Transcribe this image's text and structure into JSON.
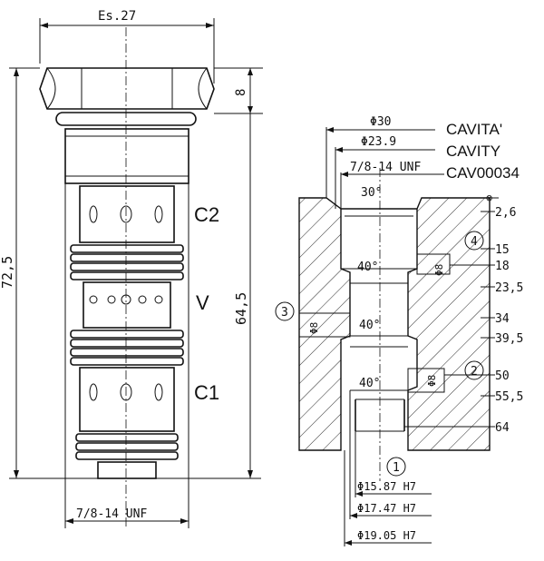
{
  "valve": {
    "hex_label": "Es.27",
    "hex_height": "8",
    "overall_length": "72,5",
    "body_length": "64,5",
    "thread_label": "7/8-14 UNF",
    "port_c2": "C2",
    "port_v": "V",
    "port_c1": "C1"
  },
  "cavity": {
    "title_it": "CAVITA'",
    "title_en": "CAVITY",
    "code": "CAV00034",
    "dia_30": "Φ30",
    "dia_23_9": "Φ23.9",
    "thread": "7/8-14 UNF",
    "angle_30": "30°",
    "angle_40_a": "40°",
    "angle_40_b": "40°",
    "angle_40_c": "40°",
    "port_dia_a": "Φ8",
    "port_dia_b": "Φ8",
    "port_dia_c": "Φ8",
    "dia_15_87": "Φ15.87 H7",
    "dia_17_47": "Φ17.47 H7",
    "dia_19_05": "Φ19.05 H7",
    "depths": [
      "2,6",
      "15",
      "18",
      "23,5",
      "34",
      "39,5",
      "50",
      "55,5",
      "64"
    ],
    "port_numbers": [
      "1",
      "2",
      "3",
      "4"
    ],
    "finish_symbol": "⊗"
  }
}
